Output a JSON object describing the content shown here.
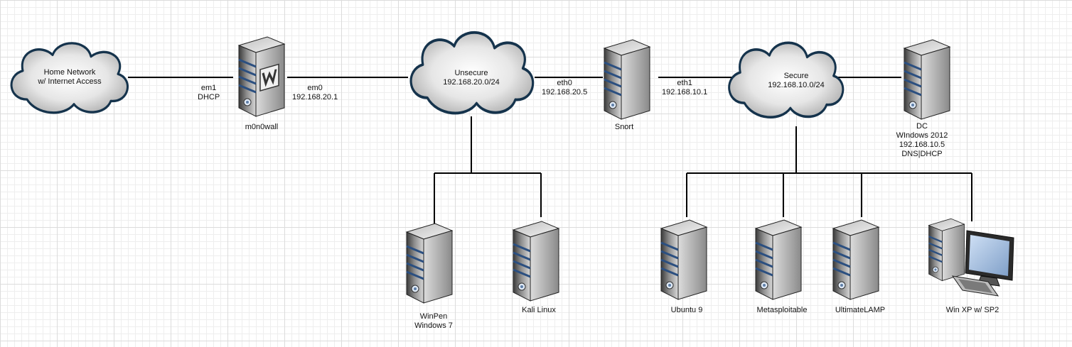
{
  "clouds": {
    "home": [
      "Home Network",
      "w/ Internet Access"
    ],
    "unsecure": [
      "Unsecure",
      "192.168.20.0/24"
    ],
    "secure": [
      "Secure",
      "192.168.10.0/24"
    ]
  },
  "interfaces": {
    "m0n0_em1": [
      "em1",
      "DHCP"
    ],
    "m0n0_em0": [
      "em0",
      "192.168.20.1"
    ],
    "snort_eth0": [
      "eth0",
      "192.168.20.5"
    ],
    "snort_eth1": [
      "eth1",
      "192.168.10.1"
    ]
  },
  "devices": {
    "m0n0wall": [
      "m0n0wall"
    ],
    "snort": [
      "Snort"
    ],
    "dc": [
      "DC",
      "WIndows 2012",
      "192.168.10.5",
      "DNS|DHCP"
    ],
    "winpen": [
      "WinPen",
      "Windows 7"
    ],
    "kali": [
      "Kali Linux"
    ],
    "ubuntu": [
      "Ubuntu 9"
    ],
    "metasploitable": [
      "Metasploitable"
    ],
    "ultimatelamp": [
      "UltimateLAMP"
    ],
    "winxp": [
      "Win XP w/ SP2"
    ]
  }
}
